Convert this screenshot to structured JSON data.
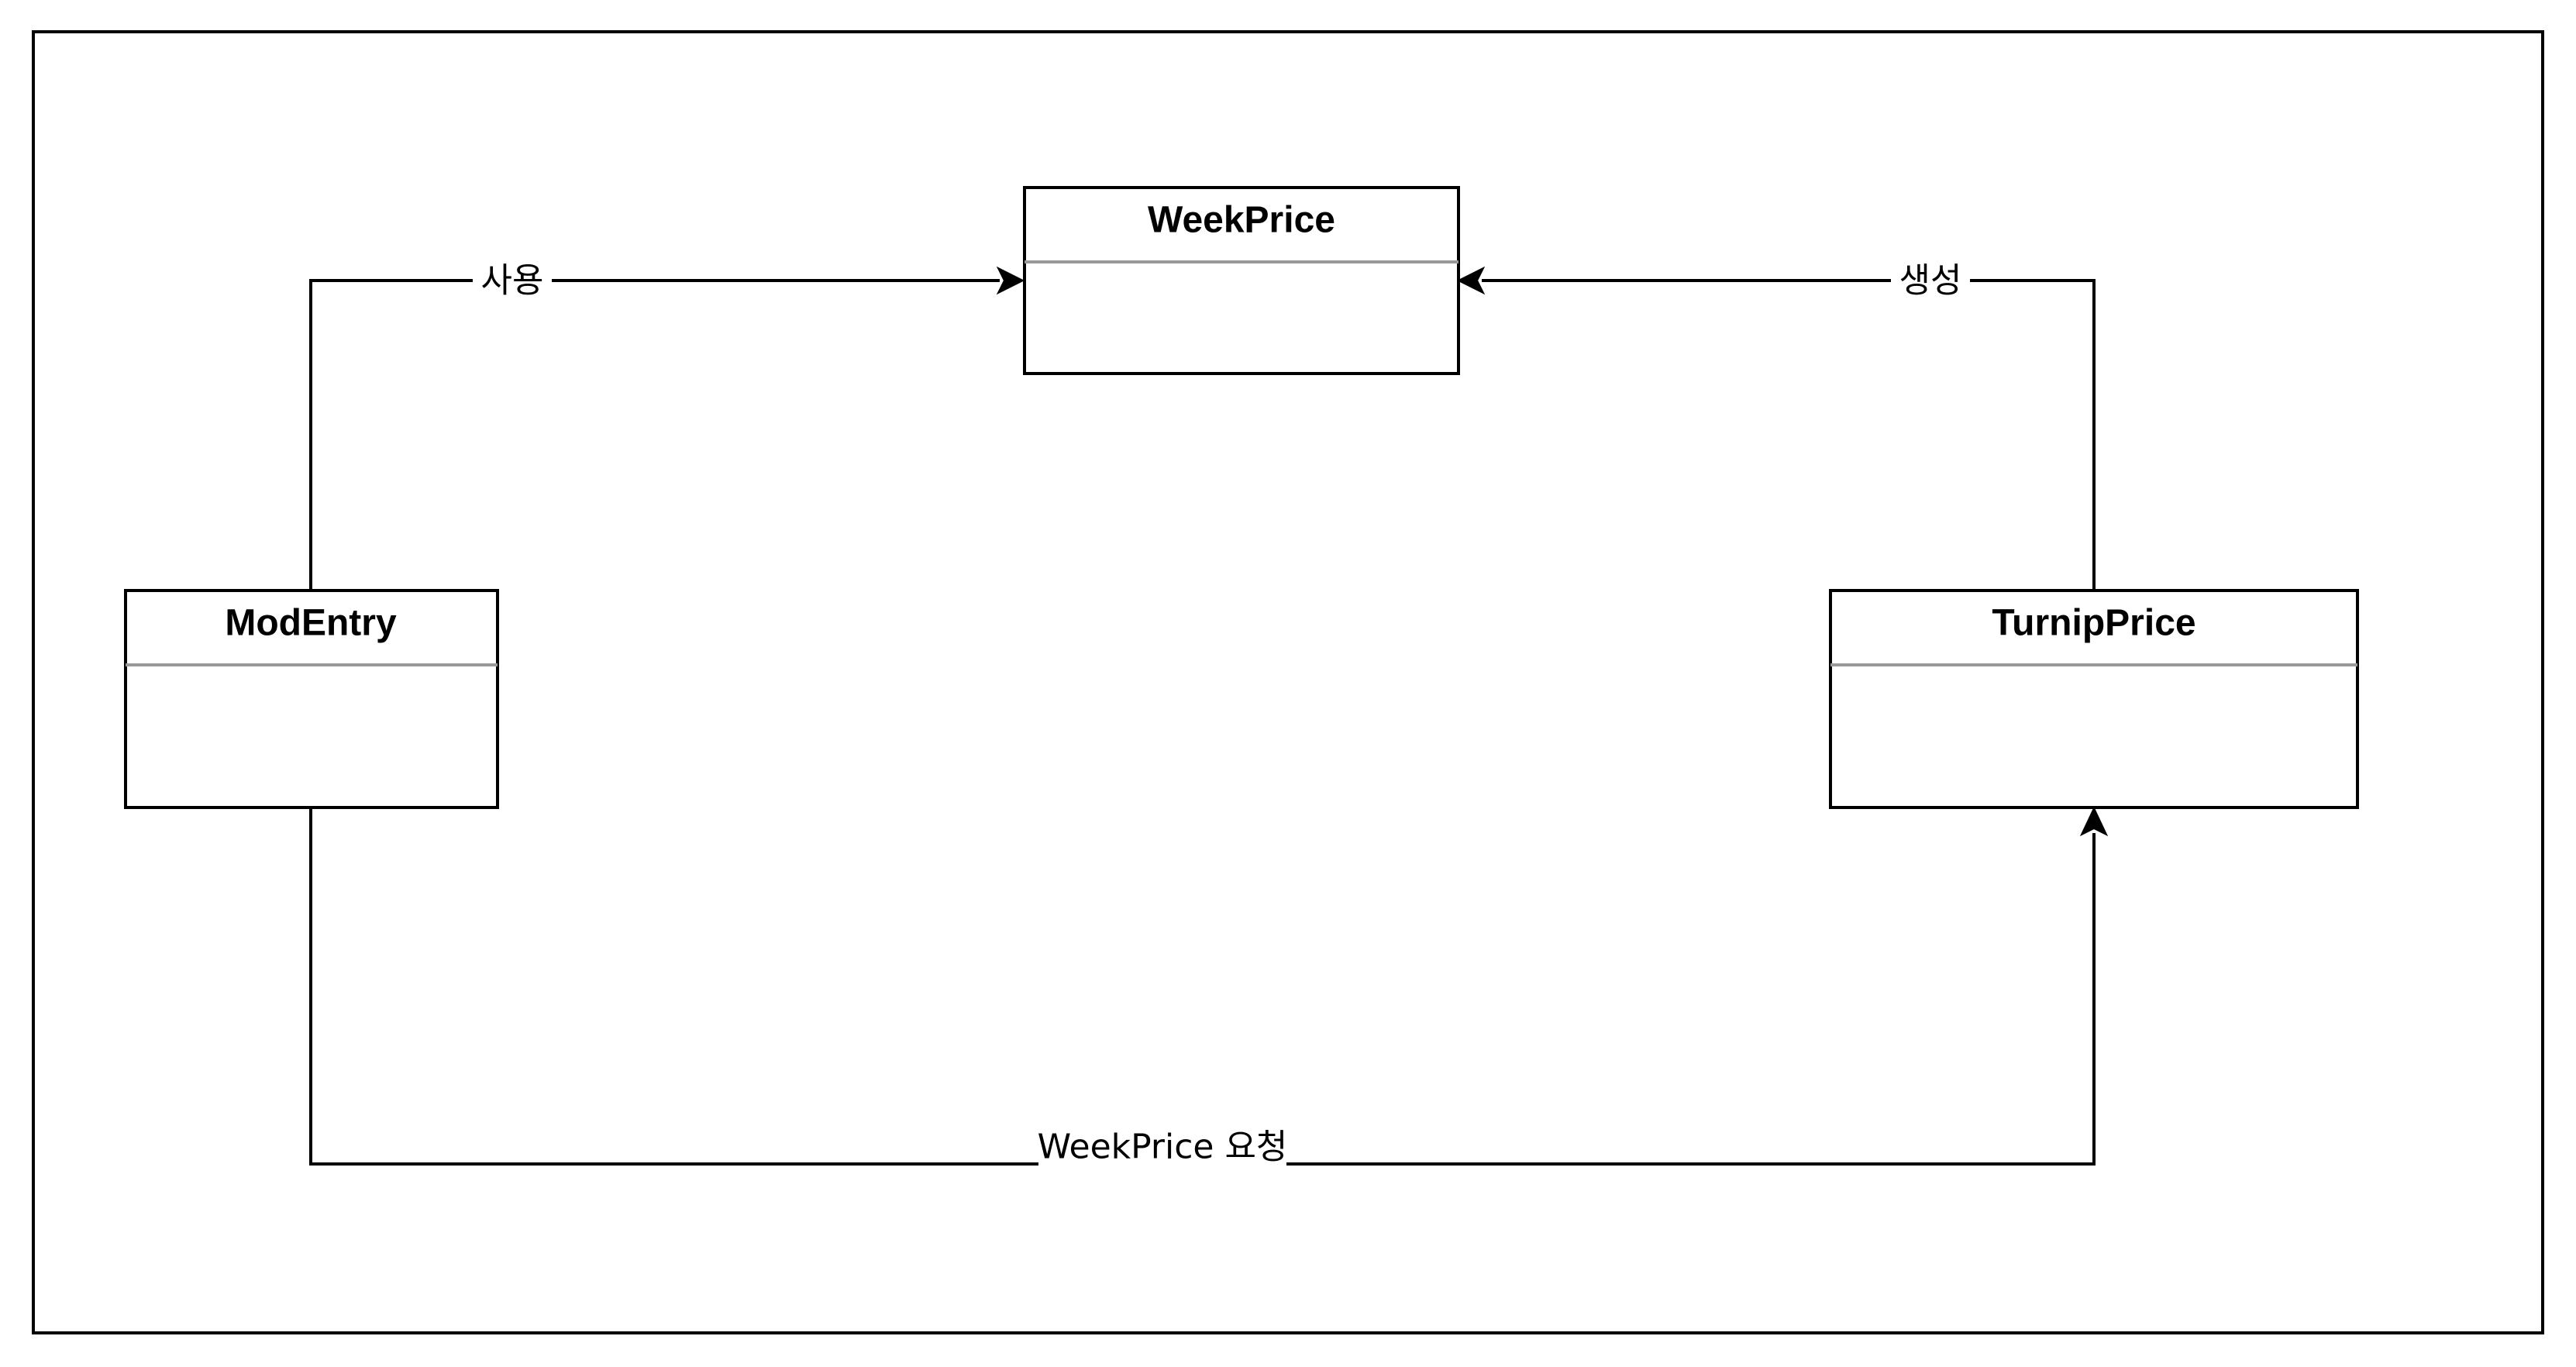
{
  "diagram": {
    "classes": {
      "weekprice": {
        "name": "WeekPrice"
      },
      "modentry": {
        "name": "ModEntry"
      },
      "turnipprice": {
        "name": "TurnipPrice"
      }
    },
    "edges": {
      "modentry_to_weekprice": {
        "from": "ModEntry",
        "to": "WeekPrice",
        "label": "사용"
      },
      "turnipprice_to_weekprice": {
        "from": "TurnipPrice",
        "to": "WeekPrice",
        "label": "생성"
      },
      "modentry_to_turnipprice": {
        "from": "ModEntry",
        "to": "TurnipPrice",
        "label": "WeekPrice 요청"
      }
    },
    "colors": {
      "line": "#000000",
      "separator": "#999999",
      "background": "#ffffff"
    }
  }
}
